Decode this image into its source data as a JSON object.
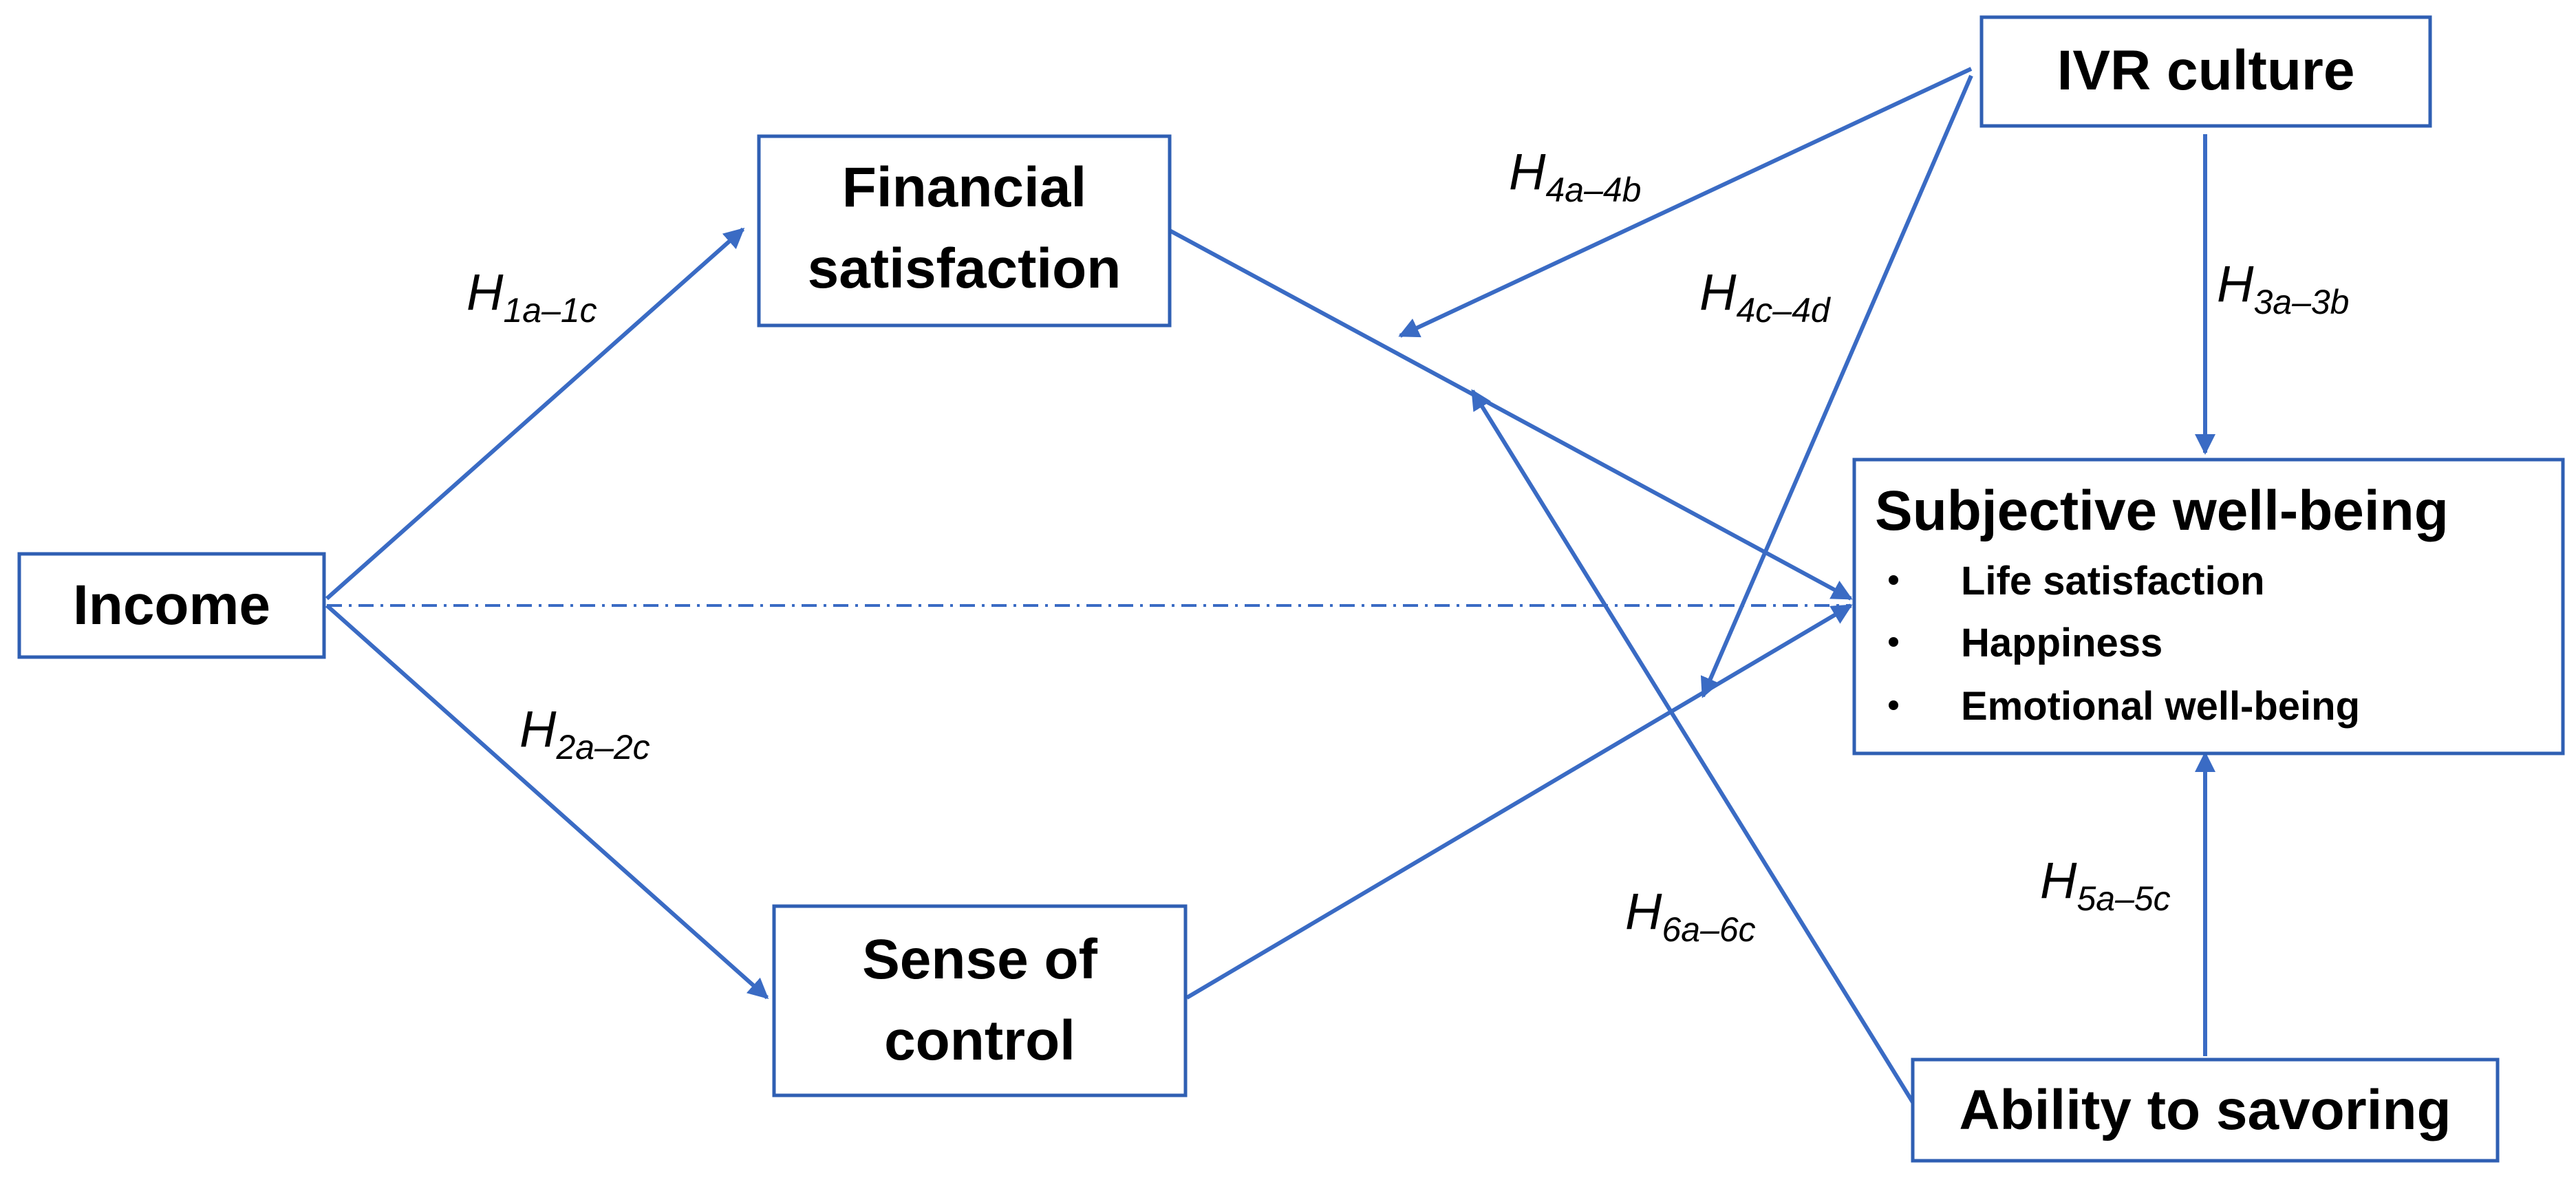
{
  "nodes": {
    "income": "Income",
    "financial_satisfaction": [
      "Financial",
      "satisfaction"
    ],
    "sense_of_control": [
      "Sense of",
      "control"
    ],
    "ivr_culture": "IVR culture",
    "subjective_wellbeing": {
      "title": "Subjective well-being",
      "items": [
        "Life satisfaction",
        "Happiness",
        "Emotional well-being"
      ]
    },
    "ability_to_savoring": "Ability to savoring"
  },
  "hypotheses": {
    "h1": {
      "letter": "H",
      "sub": "1a–1c"
    },
    "h2": {
      "letter": "H",
      "sub": "2a–2c"
    },
    "h3": {
      "letter": "H",
      "sub": "3a–3b"
    },
    "h4ab": {
      "letter": "H",
      "sub": "4a–4b"
    },
    "h4cd": {
      "letter": "H",
      "sub": "4c–4d"
    },
    "h5": {
      "letter": "H",
      "sub": "5a–5c"
    },
    "h6": {
      "letter": "H",
      "sub": "6a–6c"
    }
  },
  "colors": {
    "arrow": "#3a6bc4",
    "box_border": "#2f5fb3",
    "text": "#000000"
  }
}
